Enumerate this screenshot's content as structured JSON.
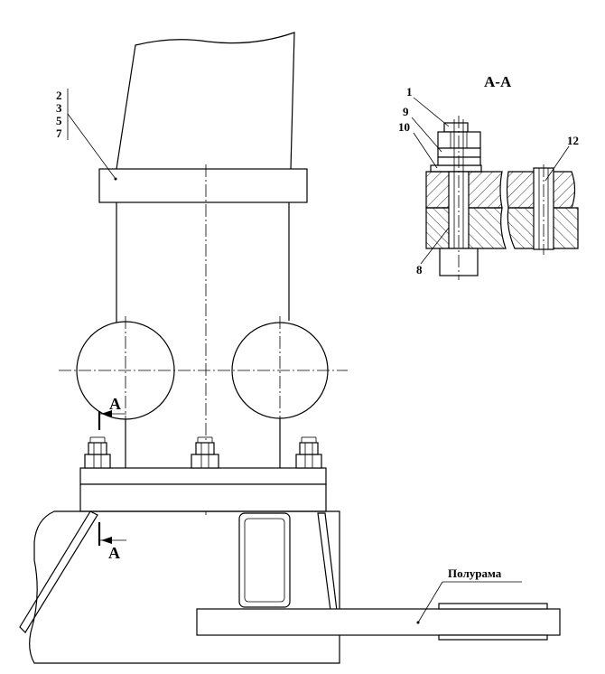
{
  "section_title": "А-А",
  "section_mark_letter": "А",
  "labels": {
    "left_callout": [
      "2",
      "3",
      "5",
      "7"
    ],
    "item_1": "1",
    "item_9": "9",
    "item_10": "10",
    "item_8": "8",
    "item_12": "12",
    "half_frame": "Полурама"
  }
}
